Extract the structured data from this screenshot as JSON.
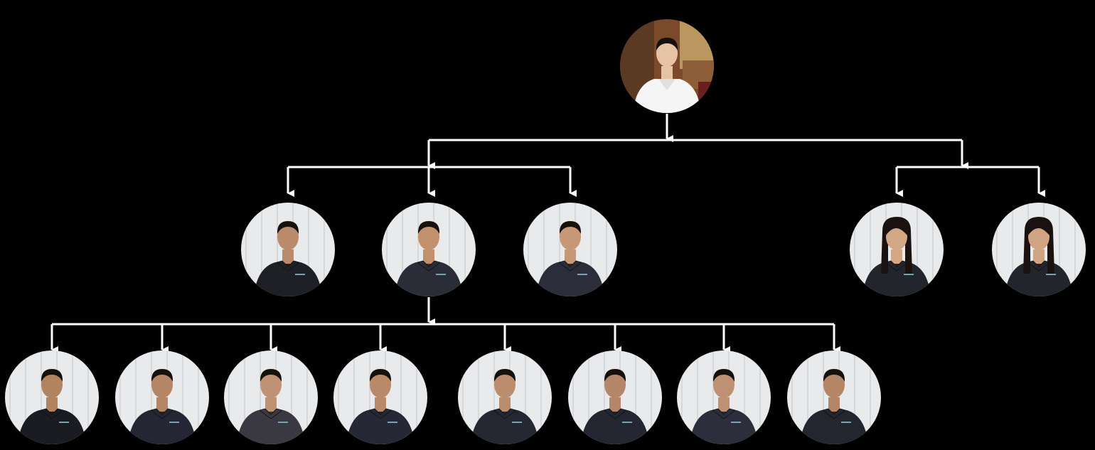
{
  "colors": {
    "background": "#000000",
    "connector": "#ffffff"
  },
  "people": [
    {
      "id": "ceo",
      "parent": null,
      "variant": "office",
      "hair": "short",
      "shirt": "#f5f5f5",
      "skin": "#e7c3a6"
    },
    {
      "id": "m1",
      "parent": "ceo",
      "variant": "white",
      "hair": "short",
      "shirt": "#1e2026",
      "skin": "#b98a6c"
    },
    {
      "id": "m2",
      "parent": "ceo",
      "variant": "white",
      "hair": "short",
      "shirt": "#2a2c38",
      "skin": "#c2906d"
    },
    {
      "id": "m3",
      "parent": "ceo",
      "variant": "white",
      "hair": "short",
      "shirt": "#2b2d3a",
      "skin": "#c69876"
    },
    {
      "id": "f1",
      "parent": "ceo",
      "variant": "white",
      "hair": "long",
      "shirt": "#23252d",
      "skin": "#d3a784"
    },
    {
      "id": "f2",
      "parent": "ceo",
      "variant": "white",
      "hair": "long",
      "shirt": "#23252d",
      "skin": "#d0a383"
    },
    {
      "id": "s1",
      "parent": "m2",
      "variant": "white",
      "hair": "short",
      "shirt": "#1b1c22",
      "skin": "#b2835f"
    },
    {
      "id": "s2",
      "parent": "m2",
      "variant": "white",
      "hair": "short",
      "shirt": "#242633",
      "skin": "#b58666"
    },
    {
      "id": "s3",
      "parent": "m2",
      "variant": "white",
      "hair": "short",
      "shirt": "#3a3840",
      "skin": "#c09275"
    },
    {
      "id": "s4",
      "parent": "m2",
      "variant": "white",
      "hair": "short",
      "shirt": "#262836",
      "skin": "#b98a69"
    },
    {
      "id": "s5",
      "parent": "m2",
      "variant": "white",
      "hair": "short",
      "shirt": "#252733",
      "skin": "#bb8d6d"
    },
    {
      "id": "s6",
      "parent": "m2",
      "variant": "white",
      "hair": "short",
      "shirt": "#242631",
      "skin": "#b5876a"
    },
    {
      "id": "s7",
      "parent": "m2",
      "variant": "white",
      "hair": "short",
      "shirt": "#2c2e3b",
      "skin": "#bf9173"
    },
    {
      "id": "s8",
      "parent": "m2",
      "variant": "white",
      "hair": "short",
      "shirt": "#24262f",
      "skin": "#b48566"
    }
  ]
}
